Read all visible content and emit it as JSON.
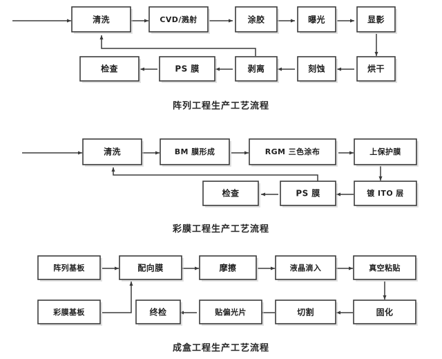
{
  "page": {
    "background": "#ffffff",
    "line_color": "#3a3a3a",
    "box_fill": "#ffffff",
    "text_color": "#1f1f1f",
    "shadow_color": "#c9c9c9"
  },
  "flowcharts": [
    {
      "id": "array-process",
      "caption": "阵列工程生产工艺流程",
      "nodes": [
        {
          "key": "n1_1",
          "label": "清洗"
        },
        {
          "key": "n1_2",
          "label": "CVD/溅射"
        },
        {
          "key": "n1_3",
          "label": "涂胶"
        },
        {
          "key": "n1_4",
          "label": "曝光"
        },
        {
          "key": "n1_5",
          "label": "显影"
        },
        {
          "key": "n1_6",
          "label": "烘干"
        },
        {
          "key": "n1_7",
          "label": "刻蚀"
        },
        {
          "key": "n1_8",
          "label": "剥离"
        },
        {
          "key": "n1_9",
          "label": "PS 膜"
        },
        {
          "key": "n1_10",
          "label": "检查"
        }
      ],
      "edges": [
        "start→清洗",
        "清洗→CVD/溅射",
        "CVD/溅射→涂胶",
        "涂胶→曝光",
        "曝光→显影",
        "显影→烘干",
        "烘干→刻蚀",
        "刻蚀→剥离",
        "剥离→PS 膜",
        "PS 膜→检查",
        "剥离→清洗 (反馈)"
      ]
    },
    {
      "id": "color-filter-process",
      "caption": "彩膜工程生产工艺流程",
      "nodes": [
        {
          "key": "n2_1",
          "label": "清洗"
        },
        {
          "key": "n2_2",
          "label": "BM 膜形成"
        },
        {
          "key": "n2_3",
          "label": "RGM 三色涂布"
        },
        {
          "key": "n2_4",
          "label": "上保护膜"
        },
        {
          "key": "n2_5",
          "label": "镀 ITO 层"
        },
        {
          "key": "n2_6",
          "label": "PS 膜"
        },
        {
          "key": "n2_7",
          "label": "检查"
        }
      ],
      "edges": [
        "start→清洗",
        "清洗→BM 膜形成",
        "BM 膜形成→RGM 三色涂布",
        "RGM 三色涂布→上保护膜",
        "上保护膜→镀 ITO 层",
        "镀 ITO 层→PS 膜",
        "PS 膜→检查",
        "PS 膜→清洗 (反馈)"
      ]
    },
    {
      "id": "cell-process",
      "caption": "成盒工程生产工艺流程",
      "nodes": [
        {
          "key": "n3_1",
          "label": "阵列基板"
        },
        {
          "key": "n3_2",
          "label": "配向膜"
        },
        {
          "key": "n3_3",
          "label": "摩擦"
        },
        {
          "key": "n3_4",
          "label": "液晶滴入"
        },
        {
          "key": "n3_5",
          "label": "真空粘贴"
        },
        {
          "key": "n3_6",
          "label": "固化"
        },
        {
          "key": "n3_7",
          "label": "切割"
        },
        {
          "key": "n3_8",
          "label": "贴偏光片"
        },
        {
          "key": "n3_9",
          "label": "终检"
        },
        {
          "key": "n3_10",
          "label": "彩膜基板"
        }
      ],
      "edges": [
        "阵列基板→配向膜",
        "配向膜→摩擦",
        "摩擦→液晶滴入",
        "液晶滴入→真空粘贴",
        "真空粘贴→固化",
        "固化→切割",
        "切割→贴偏光片",
        "贴偏光片→终检",
        "彩膜基板→配向膜"
      ]
    }
  ]
}
